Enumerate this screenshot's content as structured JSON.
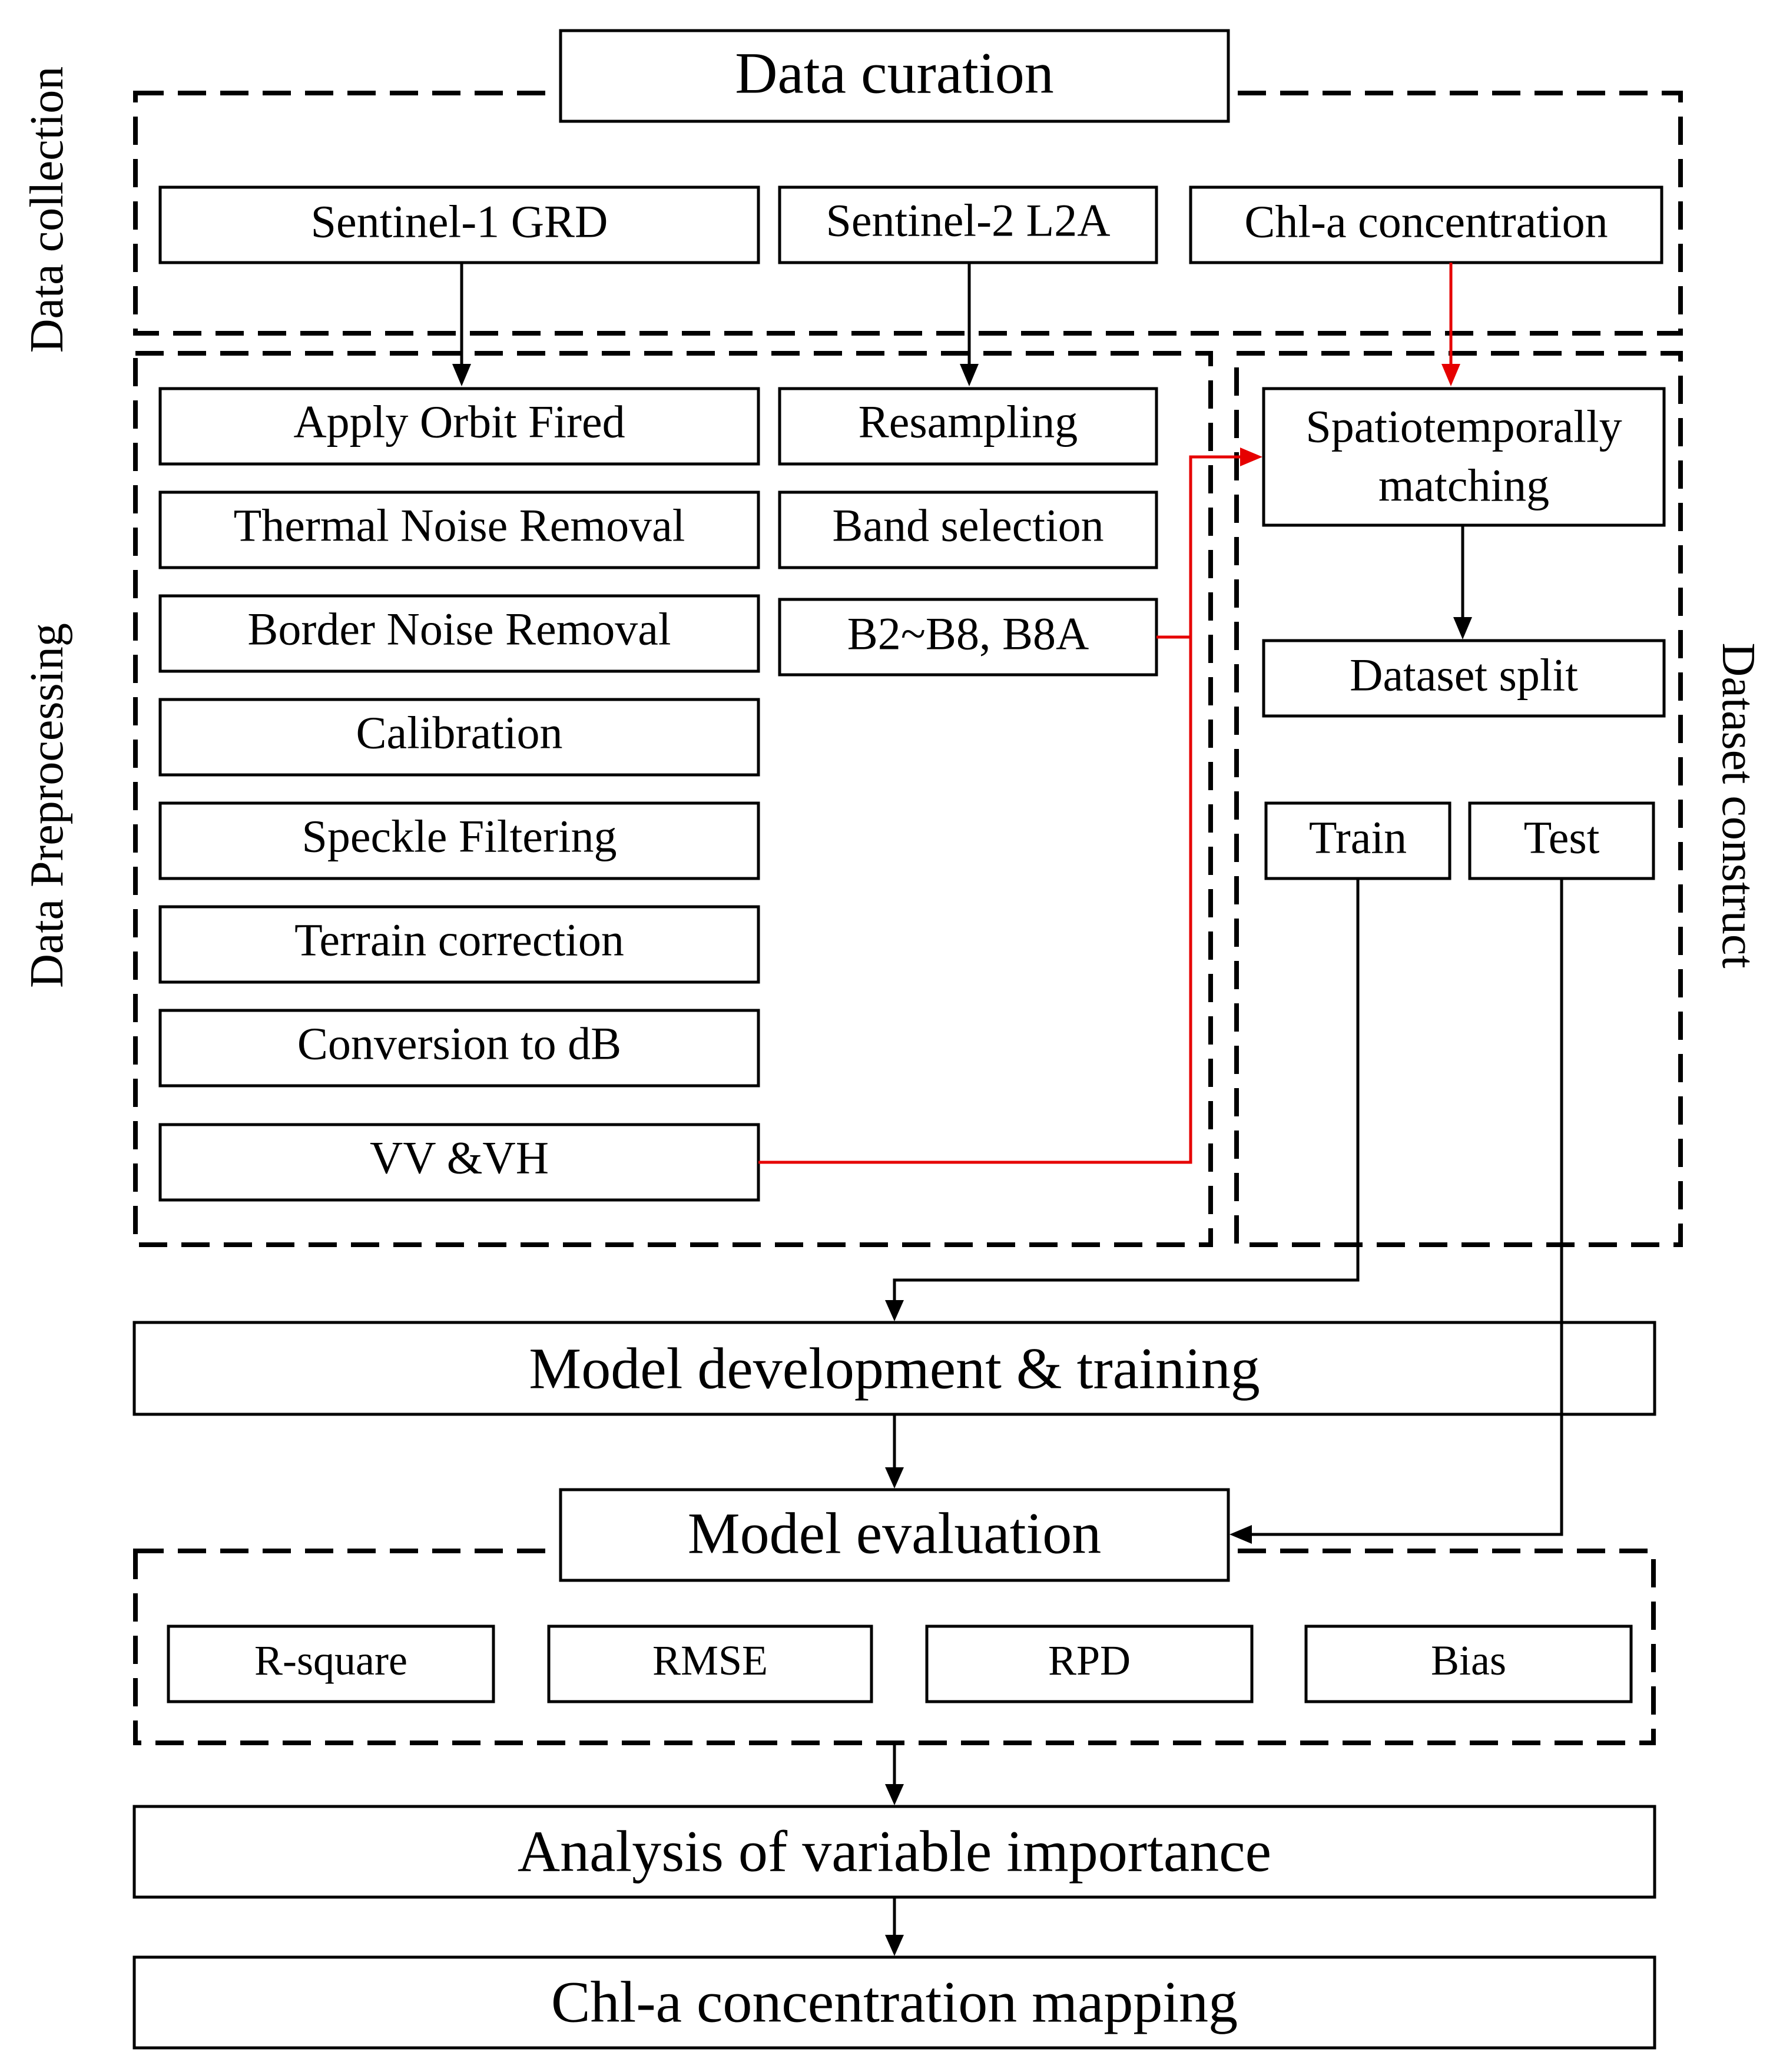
{
  "sections": {
    "data_collection": "Data collection",
    "data_preprocessing": "Data Preprocessing",
    "dataset_construct": "Dataset construct"
  },
  "top": {
    "data_curation": "Data curation"
  },
  "sources": {
    "sentinel1": "Sentinel-1 GRD",
    "sentinel2": "Sentinel-2 L2A",
    "chla": "Chl-a concentration"
  },
  "s1_steps": [
    "Apply Orbit Fired",
    "Thermal Noise Removal",
    "Border Noise Removal",
    "Calibration",
    "Speckle Filtering",
    "Terrain correction",
    "Conversion to dB",
    "VV &VH"
  ],
  "s2_steps": [
    "Resampling",
    "Band selection",
    "B2~B8, B8A"
  ],
  "dataset": {
    "matching": [
      "Spatiotemporally",
      "matching"
    ],
    "split": "Dataset split",
    "train": "Train",
    "test": "Test"
  },
  "pipeline": {
    "training": "Model development & training",
    "evaluation": "Model evaluation",
    "importance": "Analysis of variable importance",
    "mapping": "Chl-a concentration mapping"
  },
  "metrics": [
    "R-square",
    "RMSE",
    "RPD",
    "Bias"
  ],
  "colors": {
    "line": "#000000",
    "highlight_arrow": "#e60000"
  }
}
